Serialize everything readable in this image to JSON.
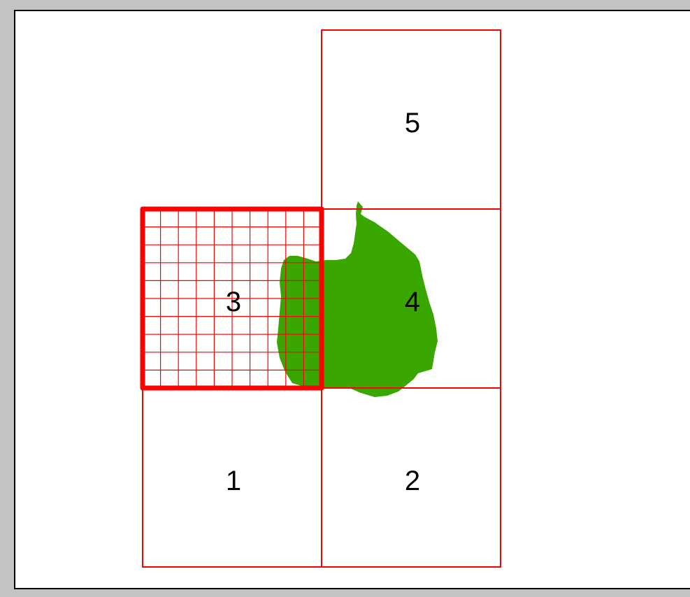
{
  "colors": {
    "page_background": "#c3c3c3",
    "map_background": "#ffffff",
    "map_border": "#000000",
    "grid_line": "#ff0000",
    "landmass": "#3aa600",
    "label": "#000000"
  },
  "tiles": [
    {
      "id": "1",
      "label": "1",
      "selected": false
    },
    {
      "id": "2",
      "label": "2",
      "selected": false
    },
    {
      "id": "3",
      "label": "3",
      "selected": true,
      "subdivisions": 10
    },
    {
      "id": "4",
      "label": "4",
      "selected": false
    },
    {
      "id": "5",
      "label": "5",
      "selected": false
    }
  ]
}
